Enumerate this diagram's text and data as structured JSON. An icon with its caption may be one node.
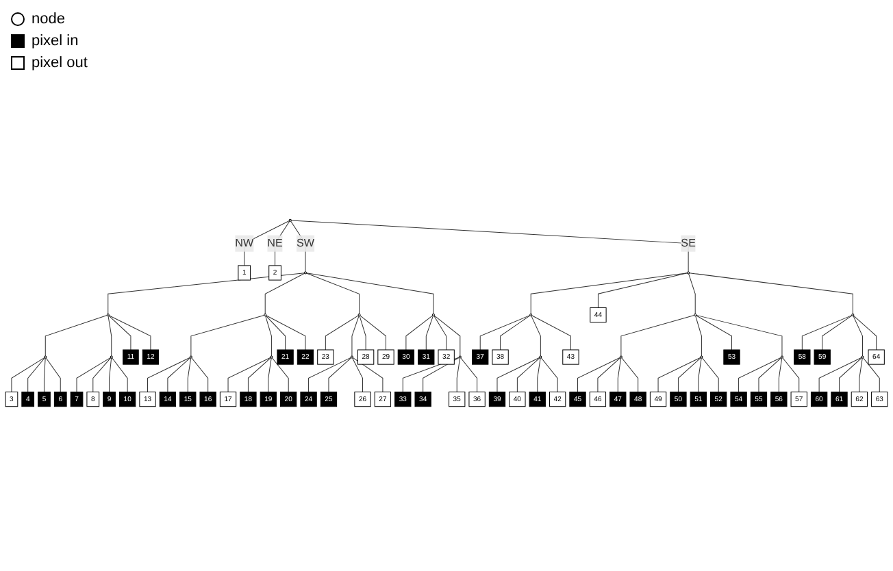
{
  "diagram": {
    "nodes": [
      {
        "text": [],
        "shape": "circle"
      },
      {
        "text": [
          "1"
        ]
      },
      {
        "text": [
          "2"
        ]
      },
      {
        "text": [],
        "shape": "circle"
      },
      {
        "text": [],
        "shape": "circle"
      },
      {
        "text": [],
        "shape": "circle"
      },
      {
        "text": [
          "3"
        ]
      },
      {
        "text": [
          "4"
        ]
      },
      {
        "text": [
          "5"
        ]
      },
      {
        "text": [
          "6"
        ]
      },
      {
        "text": [],
        "shape": "circle"
      },
      {
        "text": [
          "7"
        ]
      },
      {
        "text": [
          "8"
        ]
      },
      {
        "text": [
          "9"
        ]
      },
      {
        "text": [
          "10"
        ]
      },
      {
        "text": [
          "11"
        ]
      },
      {
        "text": [
          "12"
        ]
      },
      {
        "text": [],
        "shape": "circle"
      },
      {
        "text": [],
        "shape": "circle"
      },
      {
        "text": [
          "13"
        ]
      },
      {
        "text": [
          "14"
        ]
      },
      {
        "text": [
          "15"
        ]
      },
      {
        "text": [
          "16"
        ]
      },
      {
        "text": [],
        "shape": "circle"
      },
      {
        "text": [
          "17"
        ]
      },
      {
        "text": [
          "18"
        ]
      },
      {
        "text": [
          "19"
        ]
      },
      {
        "text": [
          "20"
        ]
      },
      {
        "text": [
          "21"
        ]
      },
      {
        "text": [
          "22"
        ]
      },
      {
        "text": [],
        "shape": "circle"
      },
      {
        "text": [
          "23"
        ]
      },
      {
        "text": [],
        "shape": "circle"
      },
      {
        "text": [
          "24"
        ]
      },
      {
        "text": [
          "25"
        ]
      },
      {
        "text": [
          "26"
        ]
      },
      {
        "text": [
          "27"
        ]
      },
      {
        "text": [
          "28"
        ]
      },
      {
        "text": [
          "29"
        ]
      },
      {
        "text": [],
        "shape": "circle"
      },
      {
        "text": [
          "30"
        ]
      },
      {
        "text": [
          "31"
        ]
      },
      {
        "text": [
          "32"
        ]
      },
      {
        "text": [],
        "shape": "circle"
      },
      {
        "text": [
          "33"
        ]
      },
      {
        "text": [
          "34"
        ]
      },
      {
        "text": [
          "35"
        ]
      },
      {
        "text": [
          "36"
        ]
      },
      {
        "text": [],
        "shape": "circle"
      },
      {
        "text": [],
        "shape": "circle"
      },
      {
        "text": [
          "37"
        ]
      },
      {
        "text": [
          "38"
        ]
      },
      {
        "text": [],
        "shape": "circle"
      },
      {
        "text": [
          "39"
        ]
      },
      {
        "text": [
          "40"
        ]
      },
      {
        "text": [
          "41"
        ]
      },
      {
        "text": [
          "42"
        ]
      },
      {
        "text": [
          "43"
        ]
      },
      {
        "text": [
          "44"
        ]
      },
      {
        "text": [],
        "shape": "circle"
      },
      {
        "text": [],
        "shape": "circle"
      },
      {
        "text": [
          "45"
        ]
      },
      {
        "text": [
          "46"
        ]
      },
      {
        "text": [
          "47"
        ]
      },
      {
        "text": [
          "48"
        ]
      },
      {
        "text": [],
        "shape": "circle"
      },
      {
        "text": [
          "49"
        ]
      },
      {
        "text": [
          "50"
        ]
      },
      {
        "text": [
          "51"
        ]
      },
      {
        "text": [
          "52"
        ]
      },
      {
        "text": [
          "53"
        ]
      },
      {
        "text": [],
        "shape": "circle"
      },
      {
        "text": [
          "54"
        ]
      },
      {
        "text": [
          "55"
        ]
      },
      {
        "text": [
          "56"
        ]
      },
      {
        "text": [
          "57"
        ]
      },
      {
        "text": [],
        "shape": "circle"
      },
      {
        "text": [
          "58"
        ]
      },
      {
        "text": [
          "59"
        ]
      },
      {
        "text": [],
        "shape": "circle"
      },
      {
        "text": [
          "60"
        ]
      },
      {
        "text": [
          "61"
        ]
      },
      {
        "text": [
          "62"
        ]
      },
      {
        "text": [
          "63"
        ]
      },
      {
        "text": [
          "64"
        ]
      }
    ],
    "edges": [
      {
        "from": 0,
        "to": 1,
        "arrow": "none",
        "label": "NW"
      },
      {
        "from": 0,
        "to": 2,
        "arrow": "none",
        "label": "NE"
      },
      {
        "from": 0,
        "to": 3,
        "arrow": "none",
        "label": "SW"
      },
      {
        "from": 0,
        "to": 48,
        "arrow": "none",
        "label": "SE"
      },
      {
        "from": 3,
        "to": 4,
        "arrow": "none"
      },
      {
        "from": 3,
        "to": 17,
        "arrow": "none"
      },
      {
        "from": 3,
        "to": 30,
        "arrow": "none"
      },
      {
        "from": 3,
        "to": 39,
        "arrow": "none"
      },
      {
        "from": 4,
        "to": 5,
        "arrow": "none"
      },
      {
        "from": 4,
        "to": 10,
        "arrow": "none"
      },
      {
        "from": 4,
        "to": 15,
        "arrow": "none"
      },
      {
        "from": 4,
        "to": 16,
        "arrow": "none"
      },
      {
        "from": 5,
        "to": 6,
        "arrow": "none"
      },
      {
        "from": 5,
        "to": 7,
        "arrow": "none"
      },
      {
        "from": 5,
        "to": 8,
        "arrow": "none"
      },
      {
        "from": 5,
        "to": 9,
        "arrow": "none"
      },
      {
        "from": 10,
        "to": 11,
        "arrow": "none"
      },
      {
        "from": 10,
        "to": 12,
        "arrow": "none"
      },
      {
        "from": 10,
        "to": 13,
        "arrow": "none"
      },
      {
        "from": 10,
        "to": 14,
        "arrow": "none"
      },
      {
        "from": 17,
        "to": 18,
        "arrow": "none"
      },
      {
        "from": 17,
        "to": 23,
        "arrow": "none"
      },
      {
        "from": 17,
        "to": 28,
        "arrow": "none"
      },
      {
        "from": 17,
        "to": 29,
        "arrow": "none"
      },
      {
        "from": 18,
        "to": 19,
        "arrow": "none"
      },
      {
        "from": 18,
        "to": 20,
        "arrow": "none"
      },
      {
        "from": 18,
        "to": 21,
        "arrow": "none"
      },
      {
        "from": 18,
        "to": 22,
        "arrow": "none"
      },
      {
        "from": 23,
        "to": 24,
        "arrow": "none"
      },
      {
        "from": 23,
        "to": 25,
        "arrow": "none"
      },
      {
        "from": 23,
        "to": 26,
        "arrow": "none"
      },
      {
        "from": 23,
        "to": 27,
        "arrow": "none"
      },
      {
        "from": 30,
        "to": 31,
        "arrow": "none"
      },
      {
        "from": 30,
        "to": 32,
        "arrow": "none"
      },
      {
        "from": 30,
        "to": 37,
        "arrow": "none"
      },
      {
        "from": 30,
        "to": 38,
        "arrow": "none"
      },
      {
        "from": 32,
        "to": 33,
        "arrow": "none"
      },
      {
        "from": 32,
        "to": 34,
        "arrow": "none"
      },
      {
        "from": 32,
        "to": 35,
        "arrow": "none"
      },
      {
        "from": 32,
        "to": 36,
        "arrow": "none"
      },
      {
        "from": 39,
        "to": 40,
        "arrow": "none"
      },
      {
        "from": 39,
        "to": 41,
        "arrow": "none"
      },
      {
        "from": 39,
        "to": 42,
        "arrow": "none"
      },
      {
        "from": 39,
        "to": 43,
        "arrow": "none"
      },
      {
        "from": 43,
        "to": 44,
        "arrow": "none"
      },
      {
        "from": 43,
        "to": 45,
        "arrow": "none"
      },
      {
        "from": 43,
        "to": 46,
        "arrow": "none"
      },
      {
        "from": 43,
        "to": 47,
        "arrow": "none"
      },
      {
        "from": 48,
        "to": 49,
        "arrow": "none"
      },
      {
        "from": 48,
        "to": 58,
        "arrow": "none"
      },
      {
        "from": 48,
        "to": 59,
        "arrow": "none"
      },
      {
        "from": 48,
        "to": 76,
        "arrow": "none"
      },
      {
        "from": 49,
        "to": 50,
        "arrow": "none"
      },
      {
        "from": 49,
        "to": 51,
        "arrow": "none"
      },
      {
        "from": 49,
        "to": 52,
        "arrow": "none"
      },
      {
        "from": 49,
        "to": 57,
        "arrow": "none"
      },
      {
        "from": 52,
        "to": 53,
        "arrow": "none"
      },
      {
        "from": 52,
        "to": 54,
        "arrow": "none"
      },
      {
        "from": 52,
        "to": 55,
        "arrow": "none"
      },
      {
        "from": 52,
        "to": 56,
        "arrow": "none"
      },
      {
        "from": 59,
        "to": 60,
        "arrow": "none"
      },
      {
        "from": 59,
        "to": 65,
        "arrow": "none"
      },
      {
        "from": 59,
        "to": 70,
        "arrow": "none"
      },
      {
        "from": 59,
        "to": 71,
        "arrow": "none"
      },
      {
        "from": 60,
        "to": 61,
        "arrow": "none"
      },
      {
        "from": 60,
        "to": 62,
        "arrow": "none"
      },
      {
        "from": 60,
        "to": 63,
        "arrow": "none"
      },
      {
        "from": 60,
        "to": 64,
        "arrow": "none"
      },
      {
        "from": 65,
        "to": 66,
        "arrow": "none"
      },
      {
        "from": 65,
        "to": 67,
        "arrow": "none"
      },
      {
        "from": 65,
        "to": 68,
        "arrow": "none"
      },
      {
        "from": 65,
        "to": 69,
        "arrow": "none"
      },
      {
        "from": 71,
        "to": 72,
        "arrow": "none"
      },
      {
        "from": 71,
        "to": 73,
        "arrow": "none"
      },
      {
        "from": 71,
        "to": 74,
        "arrow": "none"
      },
      {
        "from": 71,
        "to": 75,
        "arrow": "none"
      },
      {
        "from": 76,
        "to": 77,
        "arrow": "none"
      },
      {
        "from": 76,
        "to": 78,
        "arrow": "none"
      },
      {
        "from": 76,
        "to": 79,
        "arrow": "none"
      },
      {
        "from": 76,
        "to": 84,
        "arrow": "none"
      },
      {
        "from": 79,
        "to": 80,
        "arrow": "none"
      },
      {
        "from": 79,
        "to": 81,
        "arrow": "none"
      },
      {
        "from": 79,
        "to": 82,
        "arrow": "none"
      },
      {
        "from": 79,
        "to": 83,
        "arrow": "none"
      }
    ],
    "legend": [
      {
        "text": "node"
      },
      {
        "text": "pixel in"
      },
      {
        "text": "pixel out"
      }
    ]
  }
}
